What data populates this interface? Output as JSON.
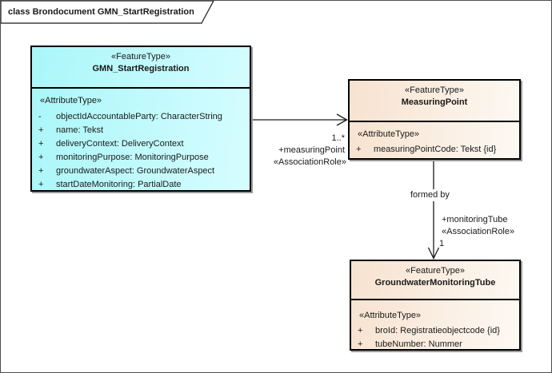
{
  "frame": {
    "title": "class Brondocument GMN_StartRegistration"
  },
  "classes": {
    "gmn": {
      "stereotype": "«FeatureType»",
      "name": "GMN_StartRegistration",
      "attr_stereotype": "«AttributeType»",
      "attributes": [
        {
          "vis": "-",
          "text": "objectIdAccountableParty: CharacterString"
        },
        {
          "vis": "+",
          "text": "name: Tekst"
        },
        {
          "vis": "+",
          "text": "deliveryContext: DeliveryContext"
        },
        {
          "vis": "+",
          "text": "monitoringPurpose: MonitoringPurpose"
        },
        {
          "vis": "+",
          "text": "groundwaterAspect: GroundwaterAspect"
        },
        {
          "vis": "+",
          "text": "startDateMonitoring: PartialDate"
        }
      ]
    },
    "measuringPoint": {
      "stereotype": "«FeatureType»",
      "name": "MeasuringPoint",
      "attr_stereotype": "«AttributeType»",
      "attributes": [
        {
          "vis": "+",
          "text": "measuringPointCode: Tekst {id}"
        }
      ]
    },
    "tube": {
      "stereotype": "«FeatureType»",
      "name": "GroundwaterMonitoringTube",
      "attr_stereotype": "«AttributeType»",
      "attributes": [
        {
          "vis": "+",
          "text": "broId: Registratieobjectcode {id}"
        },
        {
          "vis": "+",
          "text": "tubeNumber: Nummer"
        }
      ]
    }
  },
  "associations": {
    "measuringPoint": {
      "multiplicity": "1..*",
      "role": "+measuringPoint",
      "stereotype": "«AssociationRole»"
    },
    "monitoringTube": {
      "name": "formed by",
      "multiplicity": "1",
      "role": "+monitoringTube",
      "stereotype": "«AssociationRole»"
    }
  },
  "colors": {
    "cyan_fill": "#aaf6f9",
    "tan_fill": "#f7e2cf",
    "box_border": "#000000",
    "shadow": "#9b9b9b",
    "line": "#1a1a1a"
  }
}
